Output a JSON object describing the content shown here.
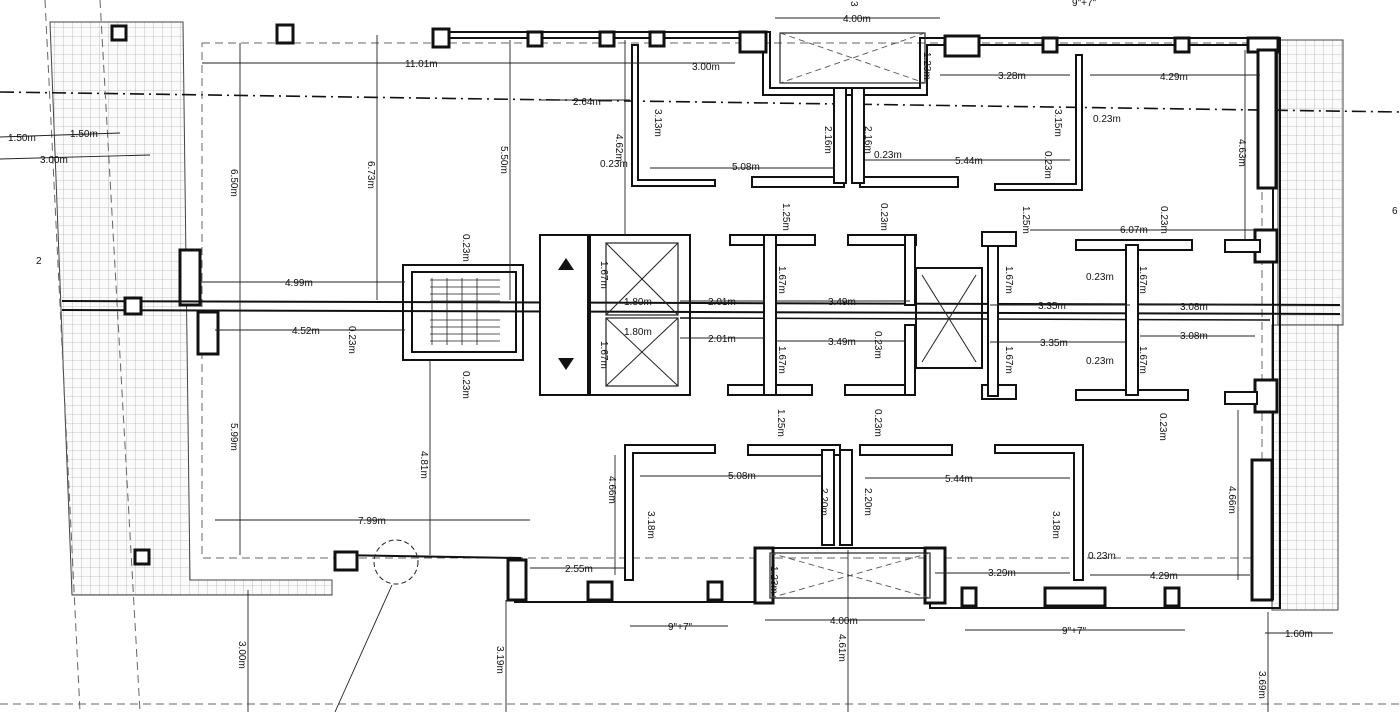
{
  "plan": {
    "dimensions": {
      "top_4_00": "4.00m",
      "top_9_7": "9\"+7\"",
      "d_11_01": "11.01m",
      "d_3_00_top": "3.00m",
      "d_2_64": "2.64m",
      "d_1_23_top": "1.23m",
      "d_3_28": "3.28m",
      "d_4_29_top": "4.29m",
      "d_1_50": "1.50m",
      "d_1_50b": "1.50m",
      "d_3_00_left": "3.00m",
      "d_6_50": "6.50m",
      "d_6_73": "6.73m",
      "d_5_50": "5.50m",
      "d_4_62": "4.62m",
      "d_3_13": "3.13m",
      "d_0_23_a": "0.23m",
      "d_5_08_top": "5.08m",
      "d_2_16_a": "2.16m",
      "d_2_16_b": "2.16m",
      "d_0_23_b": "0.23m",
      "d_5_44_top": "5.44m",
      "d_3_15": "3.15m",
      "d_0_23_c": "0.23m",
      "d_0_23_d": "0.23m",
      "d_4_63": "4.63m",
      "d_1_25_a": "1.25m",
      "d_0_23_e": "0.23m",
      "d_1_25_b": "1.25m",
      "d_6_07": "6.07m",
      "d_0_23_f": "0.23m",
      "d_0_23_g": "0.23m",
      "d_4_99": "4.99m",
      "d_1_67_a": "1.67m",
      "d_1_80_a": "1.80m",
      "d_2_01_a": "2.01m",
      "d_1_67_b": "1.67m",
      "d_3_49_a": "3.49m",
      "d_1_67_c": "1.67m",
      "d_3_35_a": "3.35m",
      "d_0_23_h": "0.23m",
      "d_1_67_d": "1.67m",
      "d_3_08_a": "3.08m",
      "d_4_52": "4.52m",
      "d_0_23_i": "0.23m",
      "d_1_80_b": "1.80m",
      "d_1_67_e": "1.67m",
      "d_2_01_b": "2.01m",
      "d_1_67_f": "1.67m",
      "d_3_49_b": "3.49m",
      "d_0_23_j": "0.23m",
      "d_1_67_g": "1.67m",
      "d_3_35_b": "3.35m",
      "d_0_23_k": "0.23m",
      "d_1_67_h": "1.67m",
      "d_3_08_b": "3.08m",
      "d_0_23_l": "0.23m",
      "d_1_25_c": "1.25m",
      "d_0_23_m": "0.23m",
      "d_0_23_n": "0.23m",
      "d_5_99": "5.99m",
      "d_4_81": "4.81m",
      "d_4_66_a": "4.66m",
      "d_5_08_bot": "5.08m",
      "d_2_20_a": "2.20m",
      "d_2_20_b": "2.20m",
      "d_5_44_bot": "5.44m",
      "d_3_18_a": "3.18m",
      "d_3_18_b": "3.18m",
      "d_4_66_b": "4.66m",
      "d_7_99": "7.99m",
      "d_2_55": "2.55m",
      "d_1_23_bot": "1.23m",
      "d_0_23_o": "0.23m",
      "d_3_29": "3.29m",
      "d_4_29_bot": "4.29m",
      "d_9_7_a": "9\"+7\"",
      "d_4_00_bot": "4.00m",
      "d_9_7_b": "9\"+7\"",
      "d_1_60": "1.60m",
      "d_3_00_bot": "3.00m",
      "d_3_19": "3.19m",
      "d_4_61": "4.61m",
      "d_3_69": "3.69m",
      "edge_3": "3",
      "edge_6": "6",
      "edge_2": "2"
    }
  }
}
